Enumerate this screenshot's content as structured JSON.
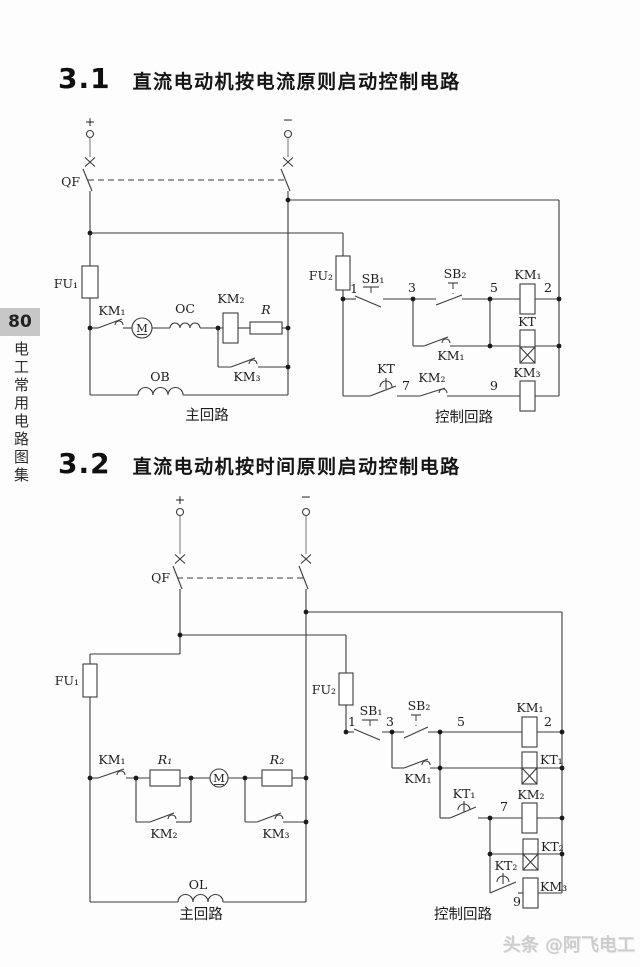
{
  "page": {
    "sidebar": {
      "page_number": "80",
      "book_title": "电工常用电路图集"
    },
    "watermark": "头条 @阿飞电工"
  },
  "sections": [
    {
      "number": "3.1",
      "title": "直流电动机按电流原则启动控制电路"
    },
    {
      "number": "3.2",
      "title": "直流电动机按时间原则启动控制电路"
    }
  ],
  "diagram1": {
    "labels": {
      "plus": "+",
      "minus": "−",
      "qf": "QF",
      "fu1": "FU₁",
      "fu2": "FU₂",
      "km1_main": "KM₁",
      "motor": "M",
      "oc": "OC",
      "km2_main": "KM₂",
      "r": "R",
      "km3_main": "KM₃",
      "ob": "OB",
      "main_circuit": "主回路",
      "control_circuit": "控制回路",
      "sb1": "SB₁",
      "sb2": "SB₂",
      "km1_coil": "KM₁",
      "km1_aux": "KM₁",
      "kt_coil": "KT",
      "kt_contact": "KT",
      "km2_contact": "KM₂",
      "km3_coil": "KM₃",
      "n1": "1",
      "n3": "3",
      "n5": "5",
      "n2": "2",
      "n7": "7",
      "n9": "9"
    }
  },
  "diagram2": {
    "labels": {
      "plus": "+",
      "minus": "−",
      "qf": "QF",
      "fu1": "FU₁",
      "fu2": "FU₂",
      "km1_main": "KM₁",
      "r1": "R₁",
      "motor": "M",
      "r2": "R₂",
      "km2_main": "KM₂",
      "km3_main": "KM₃",
      "ol": "OL",
      "main_circuit": "主回路",
      "control_circuit": "控制回路",
      "sb1": "SB₁",
      "sb2": "SB₂",
      "km1_coil": "KM₁",
      "km1_aux": "KM₁",
      "kt1_coil": "KT₁",
      "kt1_contact": "KT₁",
      "km2_coil": "KM₂",
      "kt2_coil": "KT₂",
      "kt2_contact": "KT₂",
      "km3_coil": "KM₃",
      "n1": "1",
      "n3": "3",
      "n5": "5",
      "n2": "2",
      "n7": "7",
      "n9": "9"
    }
  }
}
